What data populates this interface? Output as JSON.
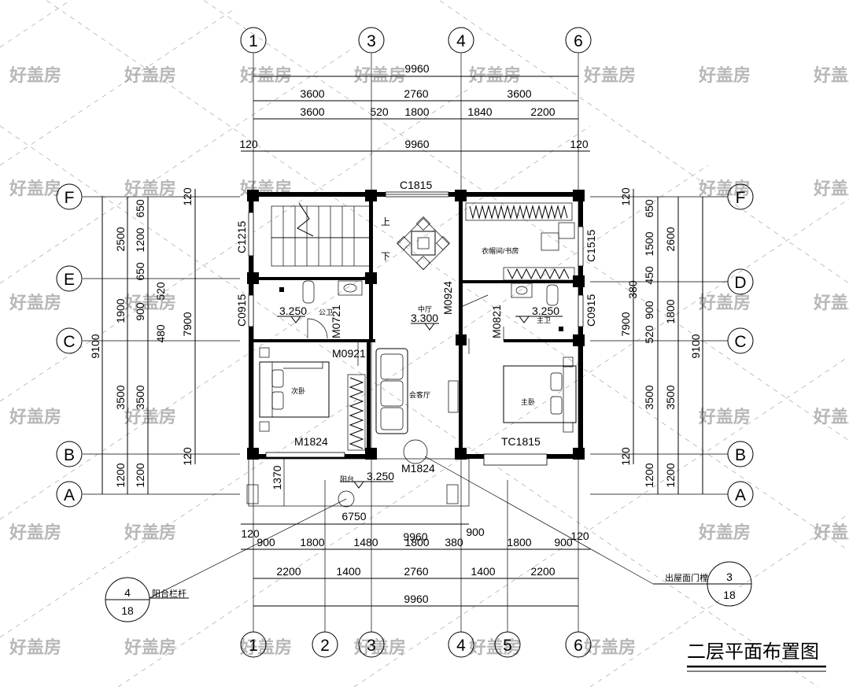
{
  "drawing": {
    "title": "二层平面布置图",
    "watermark": "好盖房"
  },
  "axes": {
    "top": [
      "1",
      "3",
      "4",
      "6"
    ],
    "bottom": [
      "1",
      "2",
      "3",
      "4",
      "5",
      "6"
    ],
    "left": [
      "F",
      "E",
      "C",
      "B",
      "A"
    ],
    "right": [
      "F",
      "D",
      "C",
      "B",
      "A"
    ]
  },
  "dims_top": {
    "overall_1": "9960",
    "row2": [
      "3600",
      "2760",
      "3600"
    ],
    "row3": [
      "3600",
      "520",
      "1800",
      "1840",
      "2200"
    ],
    "overall_2": "9960",
    "wall_left": "120",
    "wall_right": "120"
  },
  "dims_left": {
    "outer": "9100",
    "mid": [
      "2500",
      "1900",
      "3500",
      "1200"
    ],
    "inner": [
      "650",
      "1200",
      "650",
      "900",
      "7900",
      "480",
      "520",
      "3500",
      "1200"
    ],
    "wall": [
      "120",
      "120"
    ],
    "mid2": "1370"
  },
  "dims_right": {
    "outer": "9100",
    "mid": [
      "2600",
      "1800",
      "3500",
      "1200"
    ],
    "inner": [
      "650",
      "1500",
      "450",
      "900",
      "520",
      "7900",
      "3500",
      "1200"
    ],
    "wall": [
      "120",
      "120"
    ],
    "extra": "380"
  },
  "dims_bottom": {
    "balcony": "6750",
    "row1": [
      "120",
      "900",
      "1800",
      "1480",
      "9960",
      "1800",
      "380",
      "900",
      "1800",
      "900",
      "120"
    ],
    "row2": [
      "2200",
      "1400",
      "2760",
      "1400",
      "2200"
    ],
    "overall": "9960"
  },
  "rooms": {
    "stair_up": "上",
    "stair_down": "下",
    "public_bath": "公卫",
    "middle_hall": "中厅",
    "second_bed": "次卧",
    "living": "会客厅",
    "master_bed": "主卧",
    "closet_study": "衣帽间/书房",
    "master_bath": "主卫",
    "balcony": "阳台"
  },
  "doors_windows": {
    "c1815": "C1815",
    "c1215": "C1215",
    "c0915_l": "C0915",
    "c0915_r": "C0915",
    "c1515": "C1515",
    "m0721": "M0721",
    "m0921": "M0921",
    "m0924": "M0924",
    "m0821": "M0821",
    "m1824_l": "M1824",
    "m1824_c": "M1824",
    "tc1815": "TC1815"
  },
  "levels": {
    "bath_l": "3.250",
    "hall": "3.300",
    "bath_r": "3.250",
    "balcony": "3.250"
  },
  "details": {
    "left_label": "阳台栏杆",
    "left_num": "4",
    "left_sheet": "18",
    "right_label": "出屋面门樘",
    "right_num": "3",
    "right_sheet": "18"
  }
}
